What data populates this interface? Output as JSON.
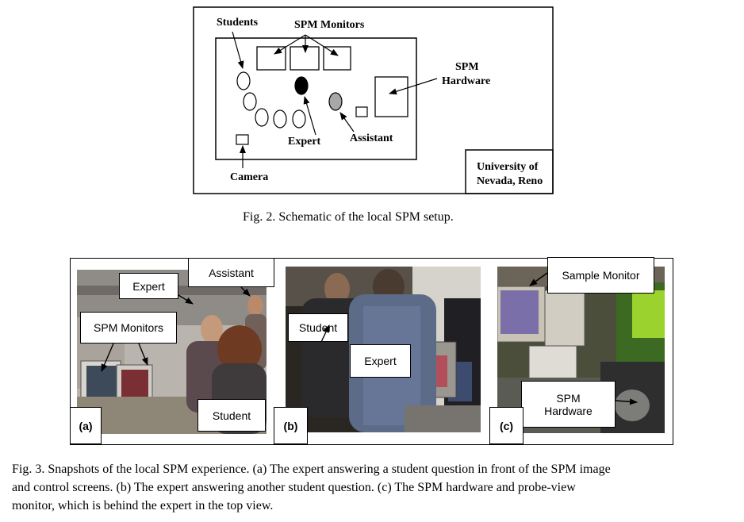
{
  "fig2": {
    "labels": {
      "students": "Students",
      "spm_monitors": "SPM Monitors",
      "spm_hardware_line1": "SPM",
      "spm_hardware_line2": "Hardware",
      "expert": "Expert",
      "assistant": "Assistant",
      "camera": "Camera",
      "university_line1": "University of",
      "university_line2": "Nevada, Reno"
    },
    "caption": "Fig.  2. Schematic of the local SPM setup."
  },
  "fig3": {
    "panels": [
      {
        "id": "(a)",
        "callouts": {
          "expert": "Expert",
          "assistant": "Assistant",
          "spm_monitors": "SPM Monitors",
          "student": "Student"
        }
      },
      {
        "id": "(b)",
        "callouts": {
          "student": "Student",
          "expert": "Expert"
        }
      },
      {
        "id": "(c)",
        "callouts": {
          "sample_monitor": "Sample Monitor",
          "spm_hardware_line1": "SPM",
          "spm_hardware_line2": "Hardware"
        }
      }
    ],
    "caption_line1": "Fig. 3. Snapshots of the local SPM experience. (a) The expert answering a student question in front of the SPM image",
    "caption_line2": "and control screens. (b) The expert answering another student question. (c) The SPM hardware and probe-view",
    "caption_line3": "monitor, which is behind the expert in the top view."
  }
}
